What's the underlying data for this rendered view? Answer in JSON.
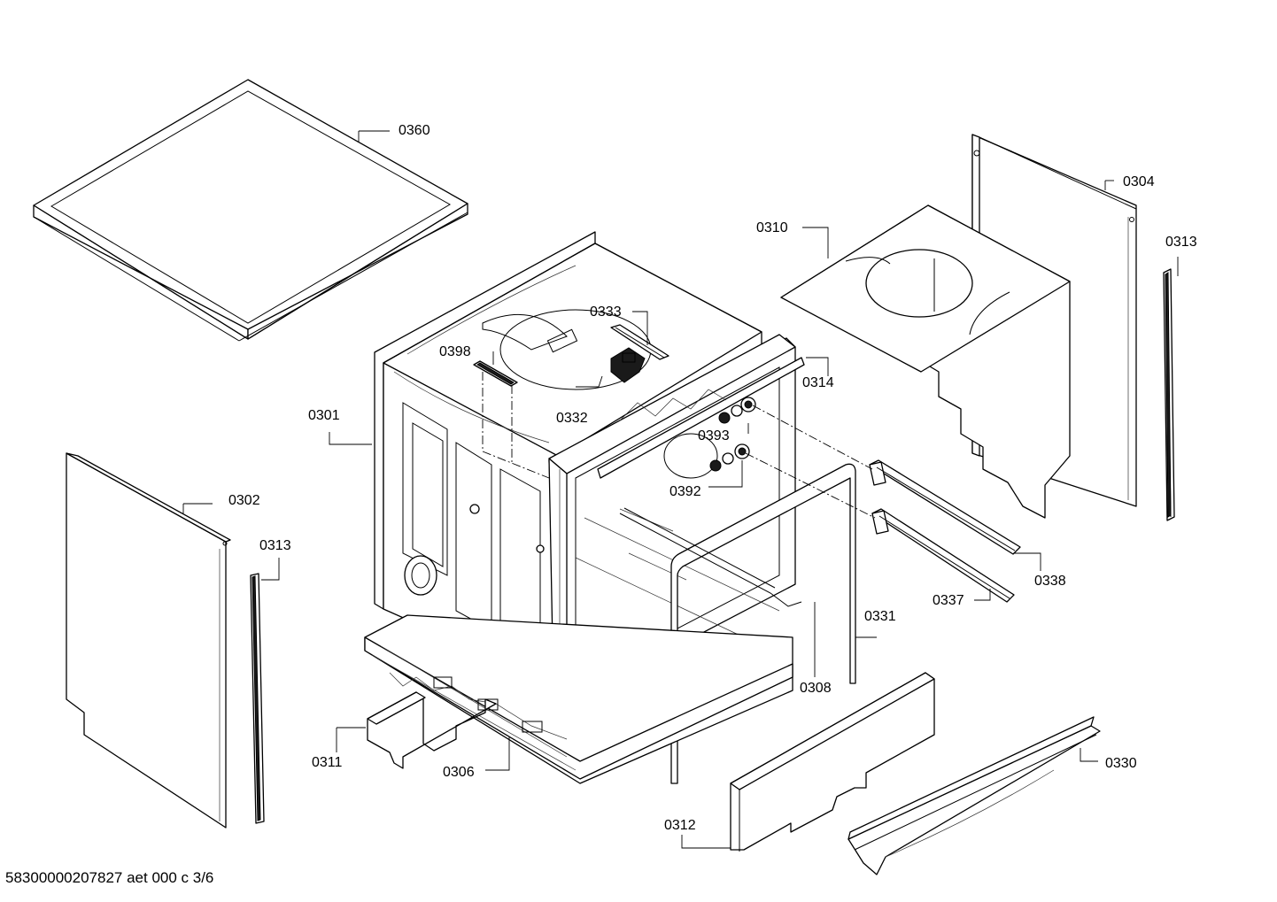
{
  "diagram": {
    "part_labels": {
      "p0360": "0360",
      "p0304": "0304",
      "p0313a": "0313",
      "p0310": "0310",
      "p0333": "0333",
      "p0398": "0398",
      "p0314": "0314",
      "p0332": "0332",
      "p0301": "0301",
      "p0393": "0393",
      "p0392": "0392",
      "p0302": "0302",
      "p0313b": "0313",
      "p0338": "0338",
      "p0337": "0337",
      "p0331": "0331",
      "p0308": "0308",
      "p0311": "0311",
      "p0306": "0306",
      "p0330": "0330",
      "p0312": "0312"
    },
    "footer": "58300000207827 aet 000 c 3/6"
  }
}
